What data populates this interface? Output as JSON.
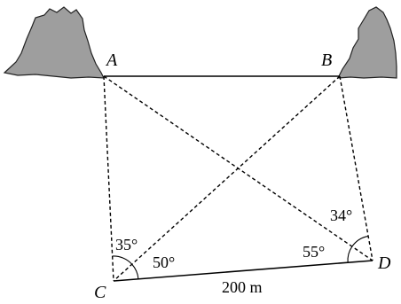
{
  "points": {
    "A": "A",
    "B": "B",
    "C": "C",
    "D": "D"
  },
  "angles": {
    "ACB": "35°",
    "BCD": "50°",
    "ADC": "55°",
    "ADB": "34°"
  },
  "distance_CD": "200 m",
  "colors": {
    "rock_fill": "#9e9e9e",
    "line": "#000000"
  }
}
